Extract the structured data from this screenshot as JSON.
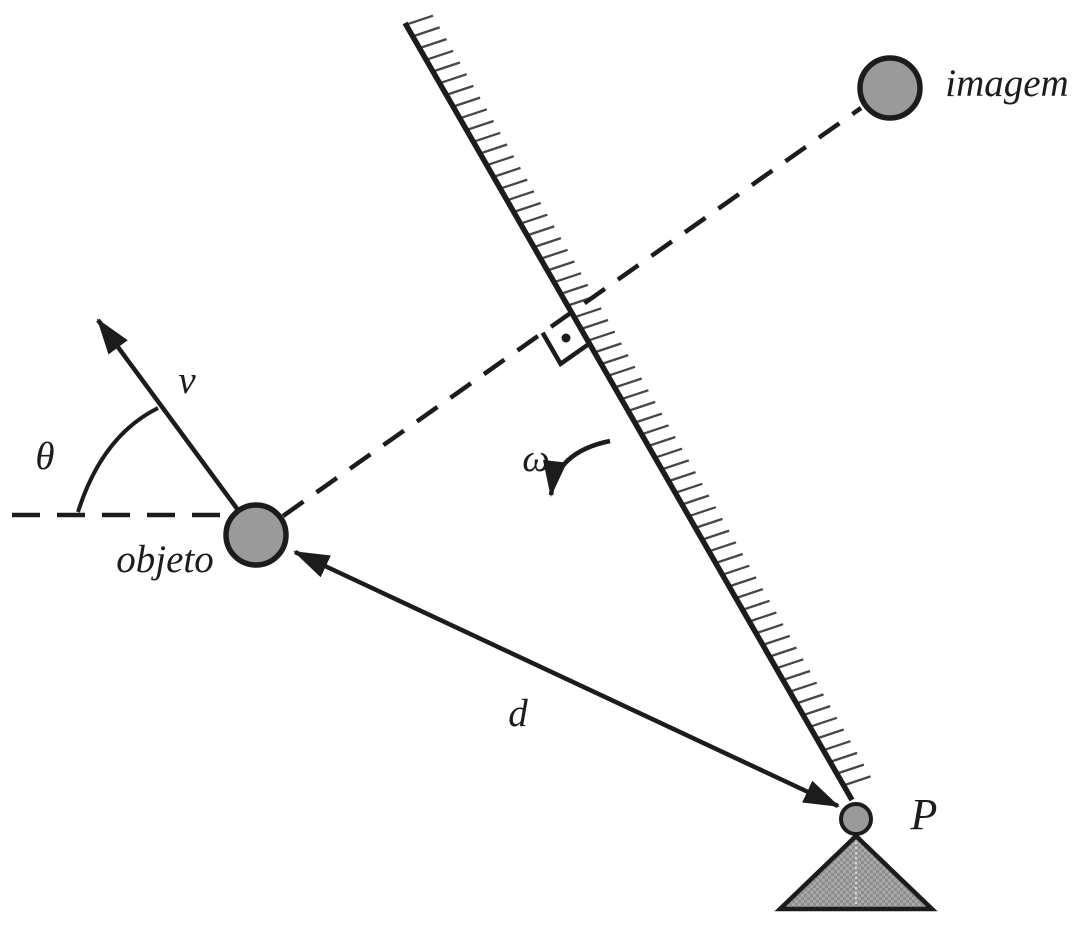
{
  "diagram": {
    "labels": {
      "theta": "θ",
      "velocity": "v",
      "omega": "ω",
      "distance": "d",
      "pivot": "P",
      "object": "objeto",
      "image": "imagem"
    },
    "colors": {
      "shape_fill": "#9a9a9a",
      "line": "#1c1c1c",
      "hatch": "#474747"
    }
  }
}
